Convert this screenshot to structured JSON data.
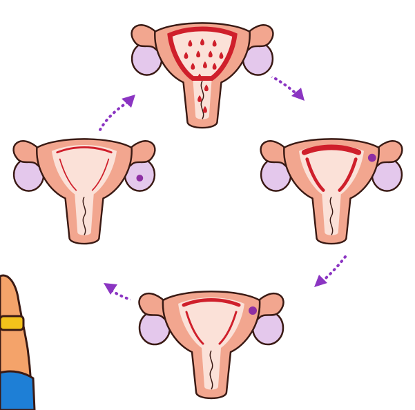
{
  "colors": {
    "uterus_fill": "#f2a68f",
    "uterus_light": "#fbe1d8",
    "outline": "#3a1a14",
    "lining": "#cf1f2b",
    "ovary": "#e4c8ec",
    "egg": "#8e2fa3",
    "arrow": "#8b35c2",
    "sticker_border": "#ffffff",
    "skin": "#f4a36a",
    "bracelet": "#f3c21b",
    "sleeve": "#1e7fd6"
  },
  "stages": [
    {
      "id": "menstruation",
      "lining": "shedding",
      "egg_side": "none"
    },
    {
      "id": "follicular",
      "lining": "thin",
      "egg_side": "right-inside"
    },
    {
      "id": "ovulation",
      "lining": "medium",
      "egg_side": "right-tube"
    },
    {
      "id": "luteal",
      "lining": "thick",
      "egg_side": "right-tube"
    }
  ],
  "cycle_arrows": [
    "top-to-right",
    "right-to-bottom",
    "bottom-to-left",
    "left-to-top"
  ],
  "icons": [
    "uterus-icon",
    "ovary-icon",
    "egg-cell-icon",
    "dotted-arrow-icon",
    "arm-icon"
  ]
}
